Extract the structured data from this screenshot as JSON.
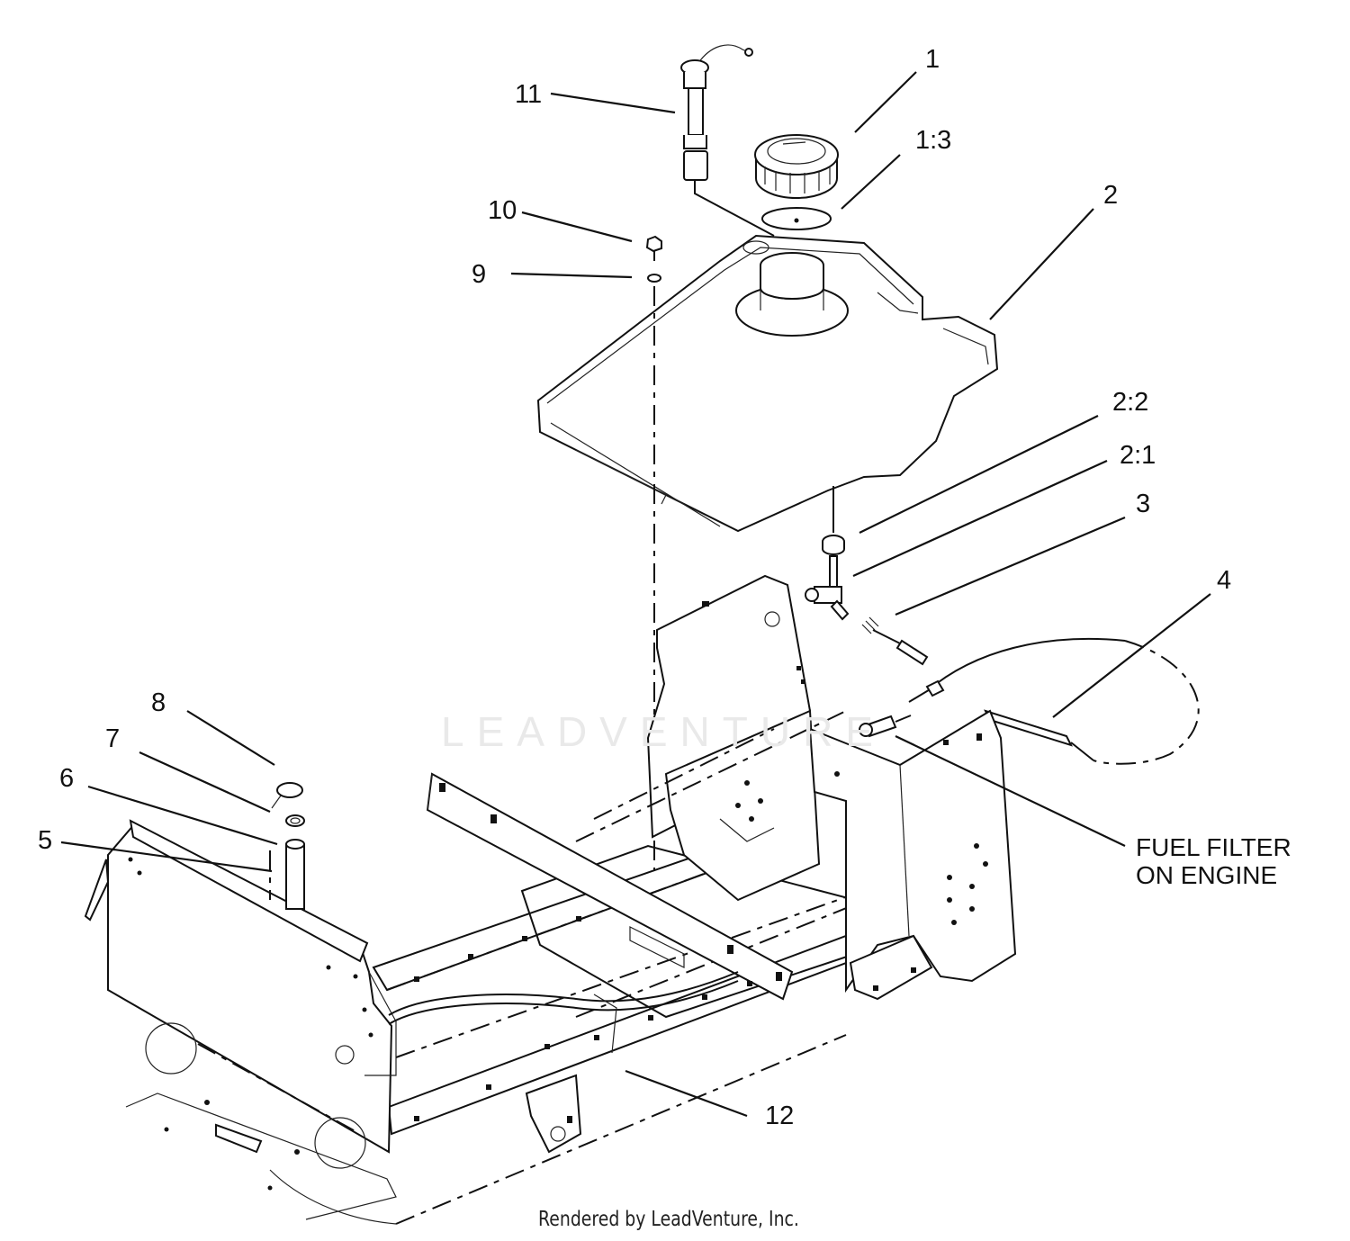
{
  "callouts": {
    "c1": "1",
    "c1_3": "1:3",
    "c2": "2",
    "c2_2": "2:2",
    "c2_1": "2:1",
    "c3": "3",
    "c4": "4",
    "c5": "5",
    "c6": "6",
    "c7": "7",
    "c8": "8",
    "c9": "9",
    "c10": "10",
    "c11": "11",
    "c12": "12"
  },
  "note": {
    "line1": "FUEL FILTER",
    "line2": "ON ENGINE"
  },
  "watermark": "LEADVENTURE",
  "credit": "Rendered by LeadVenture, Inc."
}
